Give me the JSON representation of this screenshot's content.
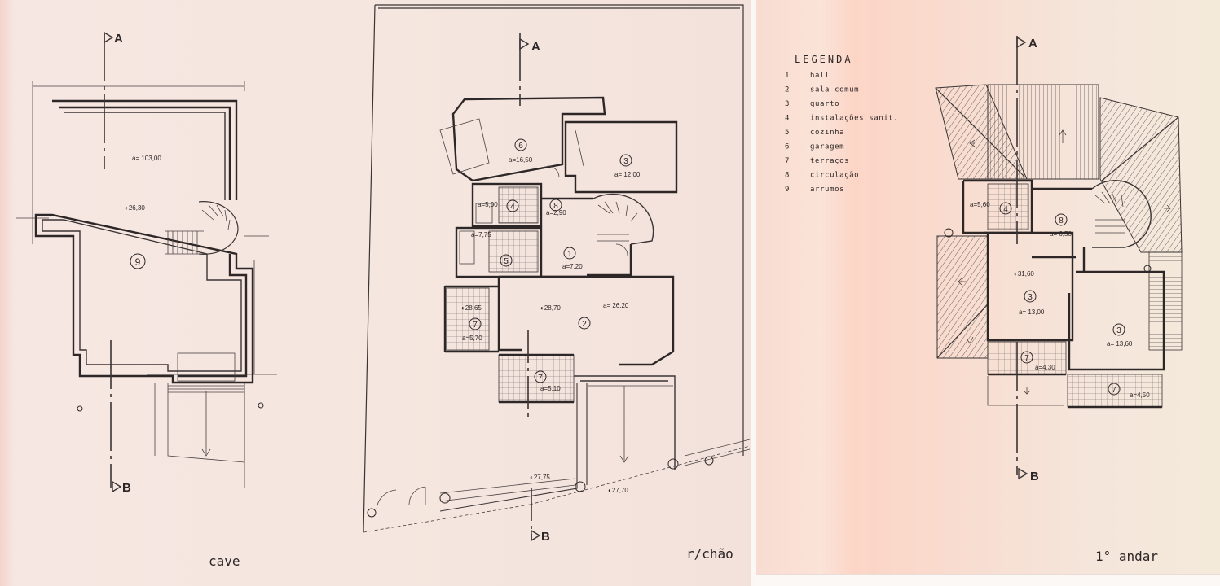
{
  "floors": {
    "cave": {
      "title": "cave",
      "rooms": [
        {
          "number": "9",
          "area": "a= 103,00"
        }
      ],
      "level": "◐26,30"
    },
    "rchao": {
      "title": "r/chão",
      "rooms": [
        {
          "number": "6",
          "area": "a=16,50"
        },
        {
          "number": "3",
          "area": "a= 12,00"
        },
        {
          "number": "4",
          "area": "a=5,00"
        },
        {
          "number": "8",
          "area": "a=2,90"
        },
        {
          "number": "5",
          "area": "a=7,75"
        },
        {
          "number": "1",
          "area": "a=7,20"
        },
        {
          "number": "2",
          "area": "a= 26,20"
        },
        {
          "number": "7",
          "area": "a=5,70"
        },
        {
          "number": "7",
          "area": "a=5,10"
        }
      ],
      "levels": [
        "◐28,65",
        "◐28,70",
        "◐27,75",
        "◐27,70"
      ]
    },
    "primeiro": {
      "title": "1° andar",
      "rooms": [
        {
          "number": "4",
          "area": "a=5,60"
        },
        {
          "number": "8",
          "area": "a= 6,50"
        },
        {
          "number": "3",
          "area": "a= 13,00"
        },
        {
          "number": "3",
          "area": "a= 13,60"
        },
        {
          "number": "7",
          "area": "a=4,30"
        },
        {
          "number": "7",
          "area": "a=4,50"
        }
      ],
      "level": "◐31,60"
    }
  },
  "section_markers": {
    "a": "A",
    "b": "B"
  },
  "legend": {
    "title": "LEGENDA",
    "items": [
      {
        "n": "1",
        "label": "hall"
      },
      {
        "n": "2",
        "label": "sala comum"
      },
      {
        "n": "3",
        "label": "quarto"
      },
      {
        "n": "4",
        "label": "instalações sanit."
      },
      {
        "n": "5",
        "label": "cozinha"
      },
      {
        "n": "6",
        "label": "garagem"
      },
      {
        "n": "7",
        "label": "terraços"
      },
      {
        "n": "8",
        "label": "circulação"
      },
      {
        "n": "9",
        "label": "arrumos"
      }
    ]
  },
  "colors": {
    "ink": "#2d2727",
    "paper": "#f5e6df",
    "paper_warm": "#fcd5c6"
  }
}
